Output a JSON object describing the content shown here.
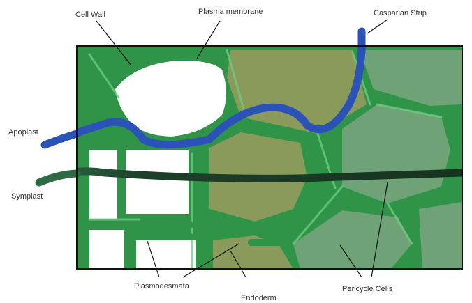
{
  "labels": {
    "cell_wall": "Cell Wall",
    "plasma_membrane": "Plasma membrane",
    "casparian_strip": "Casparian Strip",
    "apoplast": "Apoplast",
    "symplast": "Symplast",
    "plasmodesmata": "Plasmodesmata",
    "endoderm": "Endoderm",
    "pericycle_cells": "Pericycle Cells"
  },
  "colors": {
    "cell_wall_dark": "#1f7a3a",
    "cell_wall_light": "#3aa85a",
    "endoderm_fill": "#8a9a5b",
    "pericycle_fill": "#6a9e74",
    "apoplast_path": "#2a52b8",
    "symplast_path": "#1d4a2e",
    "frame": "#111111"
  }
}
